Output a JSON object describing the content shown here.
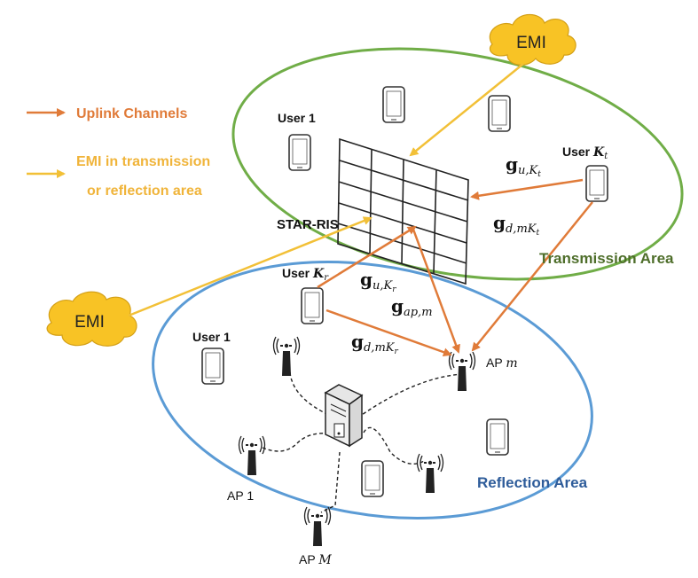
{
  "legend": {
    "uplink_label": "Uplink Channels",
    "emi_label_line1": "EMI in transmission",
    "emi_label_line2": "or reflection area"
  },
  "emi_top": "EMI",
  "emi_left": "EMI",
  "star_ris_label": "STAR-RIS",
  "transmission_area_label": "Transmission Area",
  "reflection_area_label": "Reflection Area",
  "users": {
    "user1_top": "User  1",
    "user1_bottom": "User  1",
    "user_kt": {
      "prefix": "User ",
      "sym": "K",
      "sub": "t"
    },
    "user_kr": {
      "prefix": "User ",
      "sym": "K",
      "sub": "r"
    }
  },
  "channels": {
    "g_u_kt": {
      "base": "g",
      "sub": "u,K",
      "subsub": "t"
    },
    "g_d_mkt": {
      "base": "g",
      "sub": "d,mK",
      "subsub": "t"
    },
    "g_u_kr": {
      "base": "g",
      "sub": "u,K",
      "subsub": "r"
    },
    "g_ap_m": {
      "base": "g",
      "sub": "ap,m"
    },
    "g_d_mkr": {
      "base": "g",
      "sub": "d,mK",
      "subsub": "r"
    }
  },
  "aps": {
    "ap1": {
      "prefix": "AP  ",
      "idx": "1"
    },
    "apm": {
      "prefix": "AP  ",
      "idx": "m"
    },
    "apM": {
      "prefix": "AP  ",
      "idx": "M"
    }
  },
  "colors": {
    "orange": "#e07b39",
    "yellow": "#f2c037",
    "green": "#70ad47",
    "blue": "#5b9bd5",
    "text_green": "#4e6e2a",
    "text_blue": "#2e5c9a",
    "text_orange": "#e07b39",
    "text_yellow": "#f0b43a",
    "cloud": "#f8c325"
  }
}
